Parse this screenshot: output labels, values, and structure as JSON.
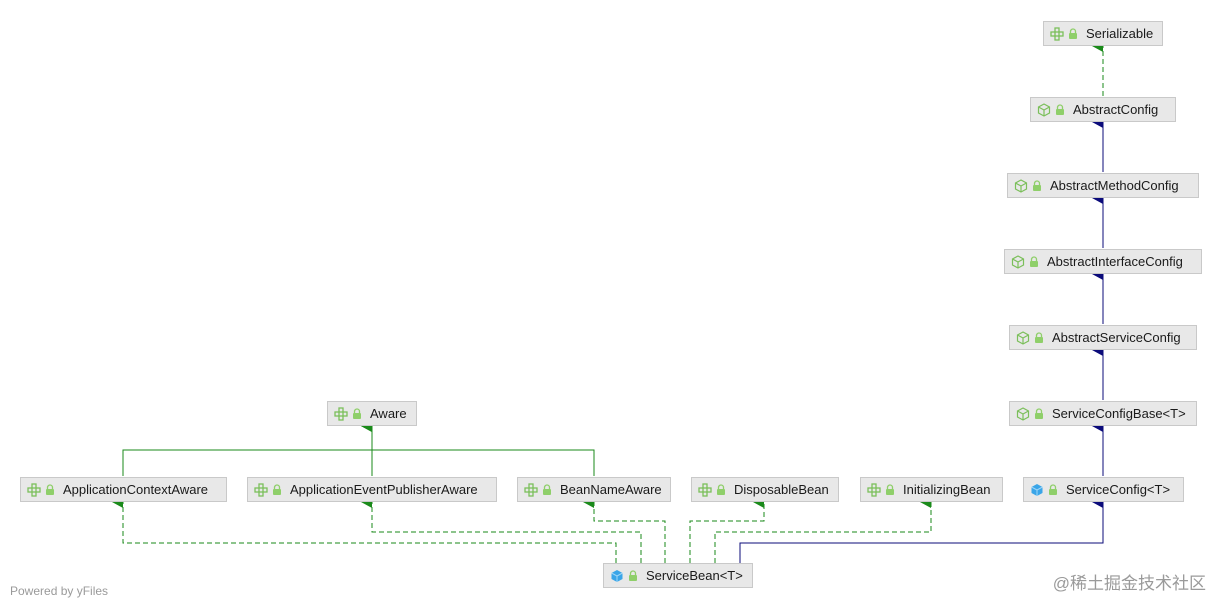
{
  "nodes": {
    "serializable": {
      "label": "Serializable",
      "kind": "interface"
    },
    "abstractConfig": {
      "label": "AbstractConfig",
      "kind": "abstract-class"
    },
    "abstractMethodConfig": {
      "label": "AbstractMethodConfig",
      "kind": "abstract-class"
    },
    "abstractInterfaceConfig": {
      "label": "AbstractInterfaceConfig",
      "kind": "abstract-class"
    },
    "abstractServiceConfig": {
      "label": "AbstractServiceConfig",
      "kind": "abstract-class"
    },
    "serviceConfigBase": {
      "label": "ServiceConfigBase<T>",
      "kind": "abstract-class"
    },
    "serviceConfig": {
      "label": "ServiceConfig<T>",
      "kind": "class"
    },
    "aware": {
      "label": "Aware",
      "kind": "interface"
    },
    "applicationContextAware": {
      "label": "ApplicationContextAware",
      "kind": "interface"
    },
    "applicationEventPublisherAware": {
      "label": "ApplicationEventPublisherAware",
      "kind": "interface"
    },
    "beanNameAware": {
      "label": "BeanNameAware",
      "kind": "interface"
    },
    "disposableBean": {
      "label": "DisposableBean",
      "kind": "interface"
    },
    "initializingBean": {
      "label": "InitializingBean",
      "kind": "interface"
    },
    "serviceBean": {
      "label": "ServiceBean<T>",
      "kind": "class"
    }
  },
  "edges": [
    {
      "from": "abstractConfig",
      "to": "serializable",
      "type": "implements"
    },
    {
      "from": "abstractMethodConfig",
      "to": "abstractConfig",
      "type": "extends"
    },
    {
      "from": "abstractInterfaceConfig",
      "to": "abstractMethodConfig",
      "type": "extends"
    },
    {
      "from": "abstractServiceConfig",
      "to": "abstractInterfaceConfig",
      "type": "extends"
    },
    {
      "from": "serviceConfigBase",
      "to": "abstractServiceConfig",
      "type": "extends"
    },
    {
      "from": "serviceConfig",
      "to": "serviceConfigBase",
      "type": "extends"
    },
    {
      "from": "applicationContextAware",
      "to": "aware",
      "type": "interface-extends"
    },
    {
      "from": "applicationEventPublisherAware",
      "to": "aware",
      "type": "interface-extends"
    },
    {
      "from": "beanNameAware",
      "to": "aware",
      "type": "interface-extends"
    },
    {
      "from": "serviceBean",
      "to": "applicationContextAware",
      "type": "implements"
    },
    {
      "from": "serviceBean",
      "to": "applicationEventPublisherAware",
      "type": "implements"
    },
    {
      "from": "serviceBean",
      "to": "beanNameAware",
      "type": "implements"
    },
    {
      "from": "serviceBean",
      "to": "disposableBean",
      "type": "implements"
    },
    {
      "from": "serviceBean",
      "to": "initializingBean",
      "type": "implements"
    },
    {
      "from": "serviceBean",
      "to": "serviceConfig",
      "type": "extends"
    }
  ],
  "colors": {
    "extends": "#0b0b7a",
    "interface_extends": "#1a8a1a",
    "implements": "#1a8a1a",
    "node_fill": "#e8e8e8",
    "node_border": "#c9c9c9",
    "interface_icon": "#7bbf5a",
    "class_icon": "#3aa5e8"
  },
  "footer": "Powered by yFiles",
  "watermark": "@稀土掘金技术社区"
}
